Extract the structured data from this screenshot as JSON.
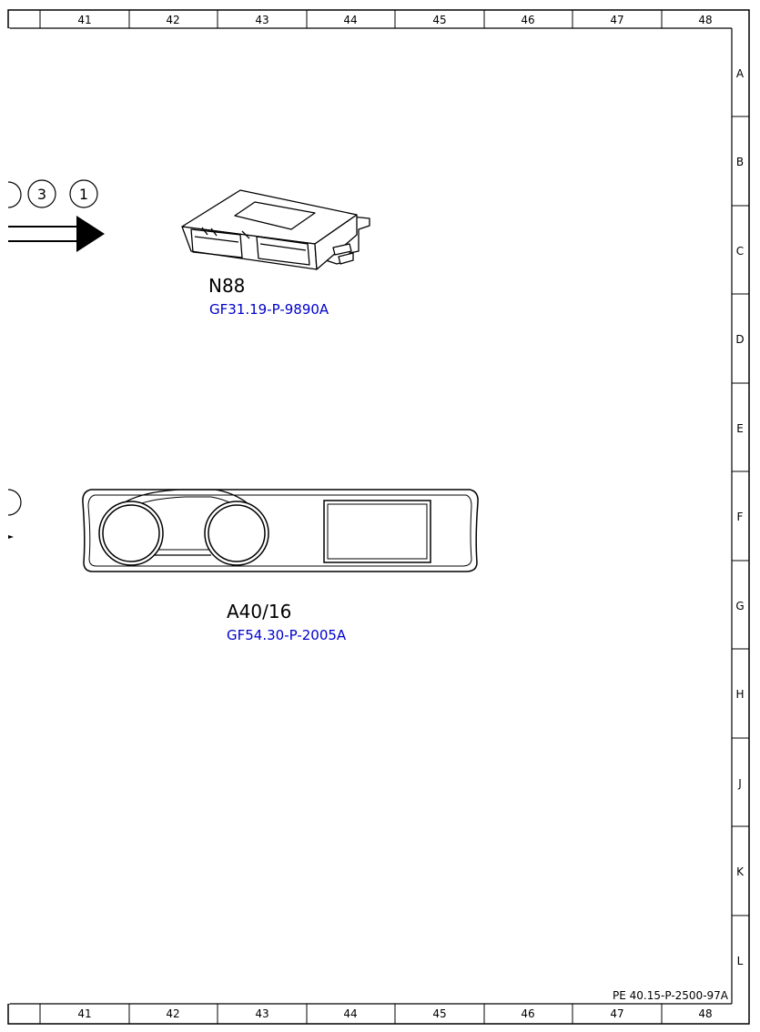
{
  "grid": {
    "columns": [
      "41",
      "42",
      "43",
      "44",
      "45",
      "46",
      "47",
      "48"
    ],
    "rows": [
      "A",
      "B",
      "C",
      "D",
      "E",
      "F",
      "G",
      "H",
      "J",
      "K",
      "L"
    ]
  },
  "components": [
    {
      "id": "N88",
      "reference": "GF31.19-P-9890A"
    },
    {
      "id": "A40/16",
      "reference": "GF54.30-P-2005A"
    }
  ],
  "connector_markers": [
    "3",
    "1"
  ],
  "document_number": "PE 40.15-P-2500-97A"
}
